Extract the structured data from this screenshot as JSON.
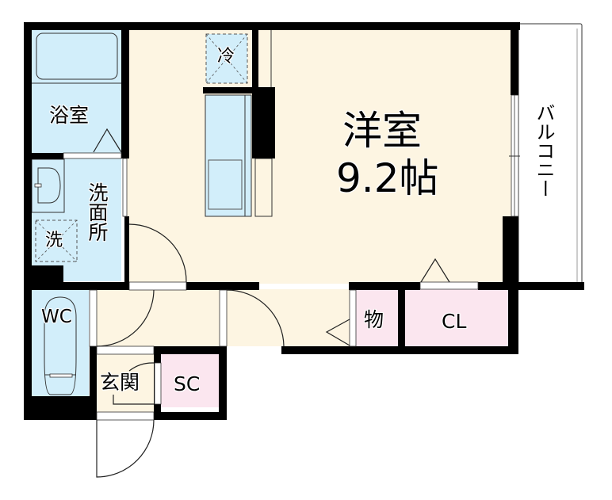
{
  "floorplan": {
    "colors": {
      "wall": "#000000",
      "main_floor": "#fdf5e2",
      "wet_area": "#d2eefa",
      "storage": "#fbe6ef",
      "balcony": "#ffffff",
      "door_fill": "#ffffff"
    },
    "rooms": {
      "western_room": {
        "name": "洋室",
        "size": "9.2帖"
      },
      "bathroom": {
        "name": "浴室"
      },
      "washroom": {
        "name": "洗面所"
      },
      "washer": {
        "name": "洗"
      },
      "fridge": {
        "name": "冷"
      },
      "toilet": {
        "name": "WC"
      },
      "entrance": {
        "name": "玄関"
      },
      "shoe_closet": {
        "name": "SC"
      },
      "storage": {
        "name": "物"
      },
      "closet": {
        "name": "CL"
      },
      "balcony": {
        "name": "バルコニー"
      }
    }
  }
}
